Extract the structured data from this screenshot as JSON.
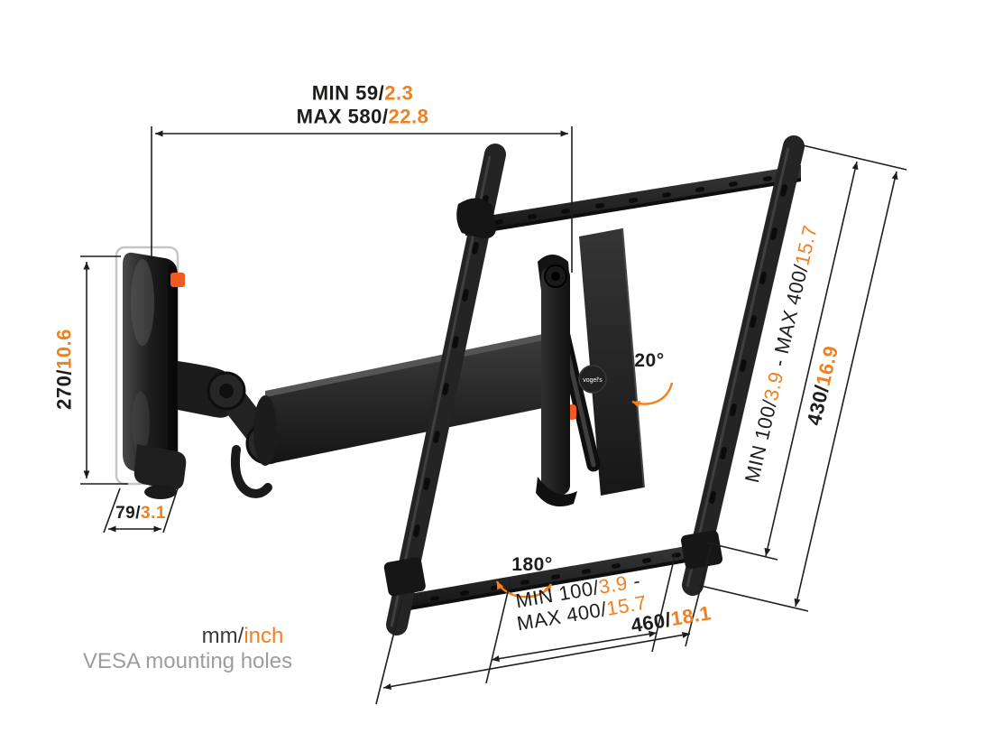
{
  "page": {
    "title": "TV wall mount dimension diagram"
  },
  "legend": {
    "mm_label": "mm/",
    "inch_label": "inch",
    "vesa_label": "VESA mounting holes"
  },
  "dims": {
    "top_min_mm": "MIN 59/",
    "top_min_inch": "2.3",
    "top_max_mm": "MAX 580/",
    "top_max_inch": "22.8",
    "height_mm": "270/",
    "height_inch": "10.6",
    "depth_mm": "79/",
    "depth_inch": "3.1",
    "right_vesa_mm1": "MIN 100/",
    "right_vesa_inch1": "3.9",
    "right_vesa_mm2": " - MAX 400/",
    "right_vesa_inch2": "15.7",
    "right_total_mm": "430/",
    "right_total_inch": "16.9",
    "bottom_vesa_l1_mm": "MIN 100/",
    "bottom_vesa_l1_inch": "3.9",
    "bottom_vesa_l1_dash": " -",
    "bottom_vesa_l2_mm": "MAX 400/",
    "bottom_vesa_l2_inch": "15.7",
    "bottom_total_mm": "460/",
    "bottom_total_inch": "18.1",
    "tilt_angle": "20°",
    "swivel_angle": "180°"
  },
  "brand": {
    "logo_text": "vogel's"
  },
  "colors": {
    "accent_orange": "#f08121",
    "ink": "#1d1d1b",
    "muted_gray": "#9d9d9c"
  }
}
